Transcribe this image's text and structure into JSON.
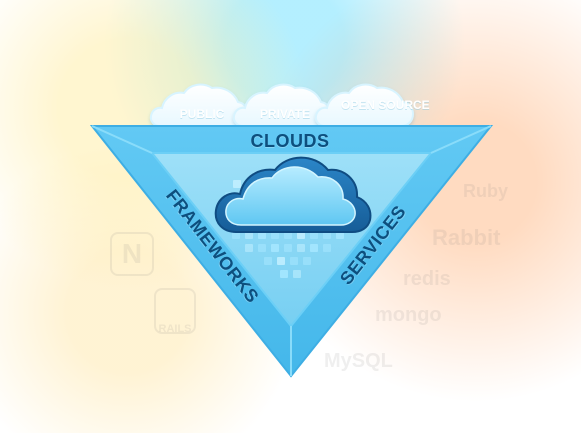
{
  "diagram": {
    "section_labels": {
      "clouds": "CLOUDS",
      "frameworks": "FRAMEWORKS",
      "services": "SERVICES"
    },
    "cloud_types": {
      "public": "PUBLIC",
      "private": "PRIVATE",
      "open_source": "OPEN SOURCE"
    },
    "faint_logos": {
      "rabbit": "Rabbit",
      "redis": "redis",
      "mongo": "mongo",
      "mysql": "MySQL",
      "rails": "RAILS",
      "node": "N",
      "top_right": "Ruby"
    },
    "colors": {
      "outer_triangle": "#5bc8f3",
      "inner_triangle": "#8fd9f6",
      "label": "#0d4f7e",
      "cloud_icon": "#1f78b8",
      "cloud_icon_inner": "#7bd1f8"
    }
  }
}
